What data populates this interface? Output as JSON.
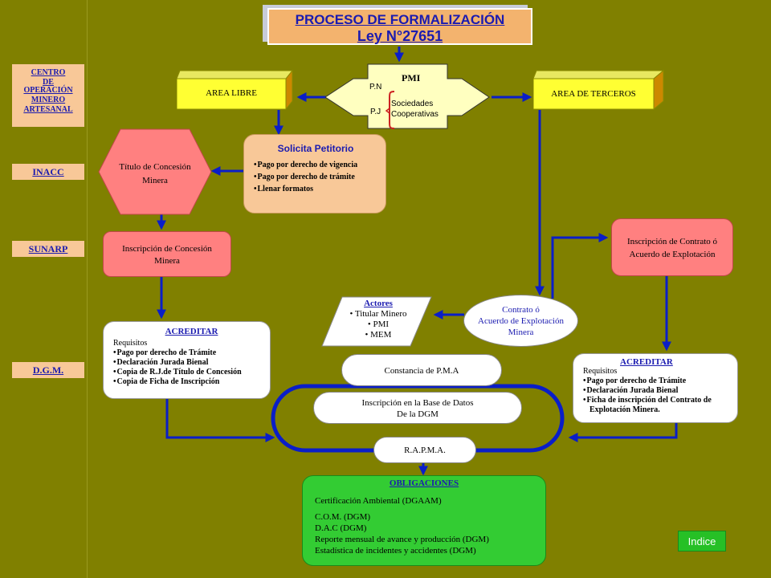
{
  "title": {
    "line1": "PROCESO DE FORMALIZACIÓN",
    "line2": "Ley N°27651"
  },
  "sidebar": {
    "centro_lines": [
      "CENTRO",
      "DE",
      "OPERACIÓN",
      "MINERO",
      "ARTESANAL"
    ],
    "inacc": "INACC",
    "sunarp": "SUNARP",
    "dgm": "D.G.M."
  },
  "pmi": {
    "label": "PMI",
    "pn": "P.N",
    "pj": "P.J",
    "sociedades": "Sociedades",
    "cooperativas": "Cooperativas"
  },
  "area_libre": "AREA LIBRE",
  "area_terceros": "AREA DE TERCEROS",
  "titulo_concesion": {
    "line1": "Título de Concesión",
    "line2": "Minera"
  },
  "solicita": {
    "heading": "Solicita Petitorio",
    "items": [
      "Pago por derecho de vigencia",
      "Pago por derecho de trámite",
      "Llenar formatos"
    ]
  },
  "inscripcion_concesion": {
    "line1": "Inscripción de Concesión",
    "line2": "Minera"
  },
  "inscripcion_contrato": {
    "line1": "Inscripción de Contrato ó",
    "line2": "Acuerdo de Explotación"
  },
  "contrato": {
    "line1": "Contrato ó",
    "line2": "Acuerdo de Explotación",
    "line3": "Minera"
  },
  "actores": {
    "heading": "Actores",
    "items": [
      "Titular Minero",
      "PMI",
      "MEM"
    ]
  },
  "acreditar_left": {
    "heading": "ACREDITAR",
    "requisitos": "Requisitos",
    "items": [
      "Pago por derecho de Trámite",
      "Declaración Jurada Bienal",
      "Copia de R.J.de Título de Concesión",
      "Copia de Ficha de Inscripción"
    ]
  },
  "acreditar_right": {
    "heading": "ACREDITAR",
    "requisitos": "Requisitos",
    "items": [
      "Pago por derecho de Trámite",
      "Declaración Jurada Bienal",
      "Ficha de inscripción del Contrato de"
    ],
    "continuation": "Explotación Minera."
  },
  "constancia": "Constancia de P.M.A",
  "inscripcion_base": {
    "line1": "Inscripción en la Base de Datos",
    "line2": "De la DGM"
  },
  "rapma": "R.A.P.M.A.",
  "obligaciones": {
    "heading": "OBLIGACIONES",
    "cert": "Certificación Ambiental (DGAAM)",
    "lines": [
      "C.O.M. (DGM)",
      "D.A.C (DGM)",
      "Reporte mensual de avance y producción (DGM)",
      "Estadística de incidentes y accidentes (DGM)"
    ]
  },
  "indice": "Indice",
  "colors": {
    "background": "#808000",
    "arrow": "#0a1ec8",
    "pink": "#ff8080",
    "yellow": "#ffff33",
    "green": "#33cc33",
    "peach": "#f8c898",
    "label_blue": "#1b1bb0"
  }
}
